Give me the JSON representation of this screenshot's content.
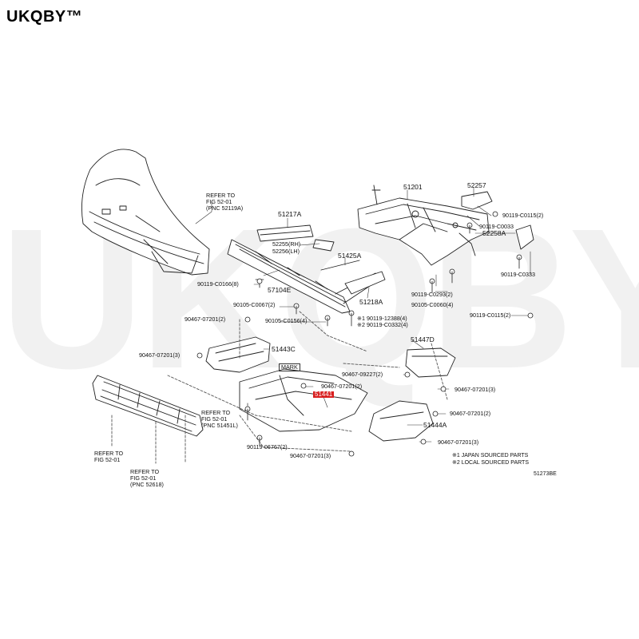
{
  "brand": "UKQBY™",
  "watermark": "UKQBY™",
  "drawing_id": "51273BE",
  "notes": {
    "n1": "※1 JAPAN SOURCED PARTS",
    "n2": "※2 LOCAL SOURCED PARTS"
  },
  "highlight_part": "51441",
  "mark_label": "MARK",
  "refs": {
    "r1": [
      "REFER TO",
      "FIG 52-01",
      "(PNC 52119A)"
    ],
    "r2": [
      "REFER TO",
      "FIG 52-01",
      "(PNC 51451L)"
    ],
    "r3": [
      "REFER TO",
      "FIG 52-01"
    ],
    "r4": [
      "REFER TO",
      "FIG 52-01",
      "(PNC 52618)"
    ]
  },
  "parts": {
    "p51201": "51201",
    "p52257": "52257",
    "p51217A": "51217A",
    "p52255": "52255(RH)",
    "p52256": "52256(LH)",
    "p51425A": "51425A",
    "p52258A": "52258A",
    "p57104E": "57104E",
    "p51218A": "51218A",
    "p51443C": "51443C",
    "p51447D": "51447D",
    "p51444A": "51444A",
    "b1": "90119-C0115(2)",
    "b2": "90119-C0033",
    "b3": "90119-C0333",
    "b4": "90119-C0166(8)",
    "b5": "90105-C0067(2)",
    "b6": "90105-C0156(4)",
    "b7": "90119-C0293(2)",
    "b8": "90105-C0060(4)",
    "b9": "90119-C0115(2)",
    "b10": "※1 90119-12388(4)",
    "b11": "※2 90119-C0332(4)",
    "b12": "90467-07201(2)",
    "b13": "90467-07201(3)",
    "b14": "90467-09227(2)",
    "b15": "90467-07201(3)",
    "b16": "90467-07201(2)",
    "b17": "90467-07201(2)",
    "b18": "90467-07201(3)",
    "b19": "90119-06767(2)",
    "b20": "90467-07201(3)"
  }
}
